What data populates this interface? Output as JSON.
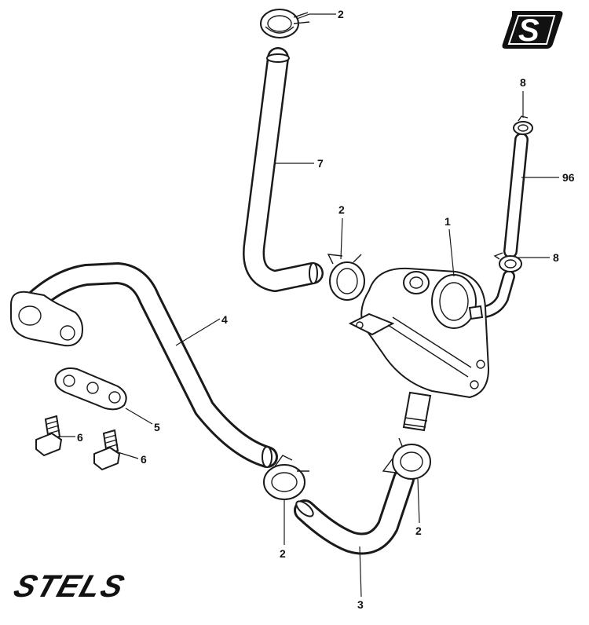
{
  "brand": {
    "name": "STELS",
    "logo_letter": "S"
  },
  "callouts": {
    "clip_top": "2",
    "hose_upper": "7",
    "clip_upper_mid": "2",
    "pump": "1",
    "clip_small_top": "8",
    "clip_small_bottom": "8",
    "hose_small": "96",
    "hose_long": "4",
    "gasket": "5",
    "bolt_left": "6",
    "bolt_right": "6",
    "clip_bottom_left": "2",
    "clip_bottom_right": "2",
    "hose_bottom": "3"
  },
  "colors": {
    "ink": "#1a1a1a",
    "paper": "#ffffff"
  }
}
